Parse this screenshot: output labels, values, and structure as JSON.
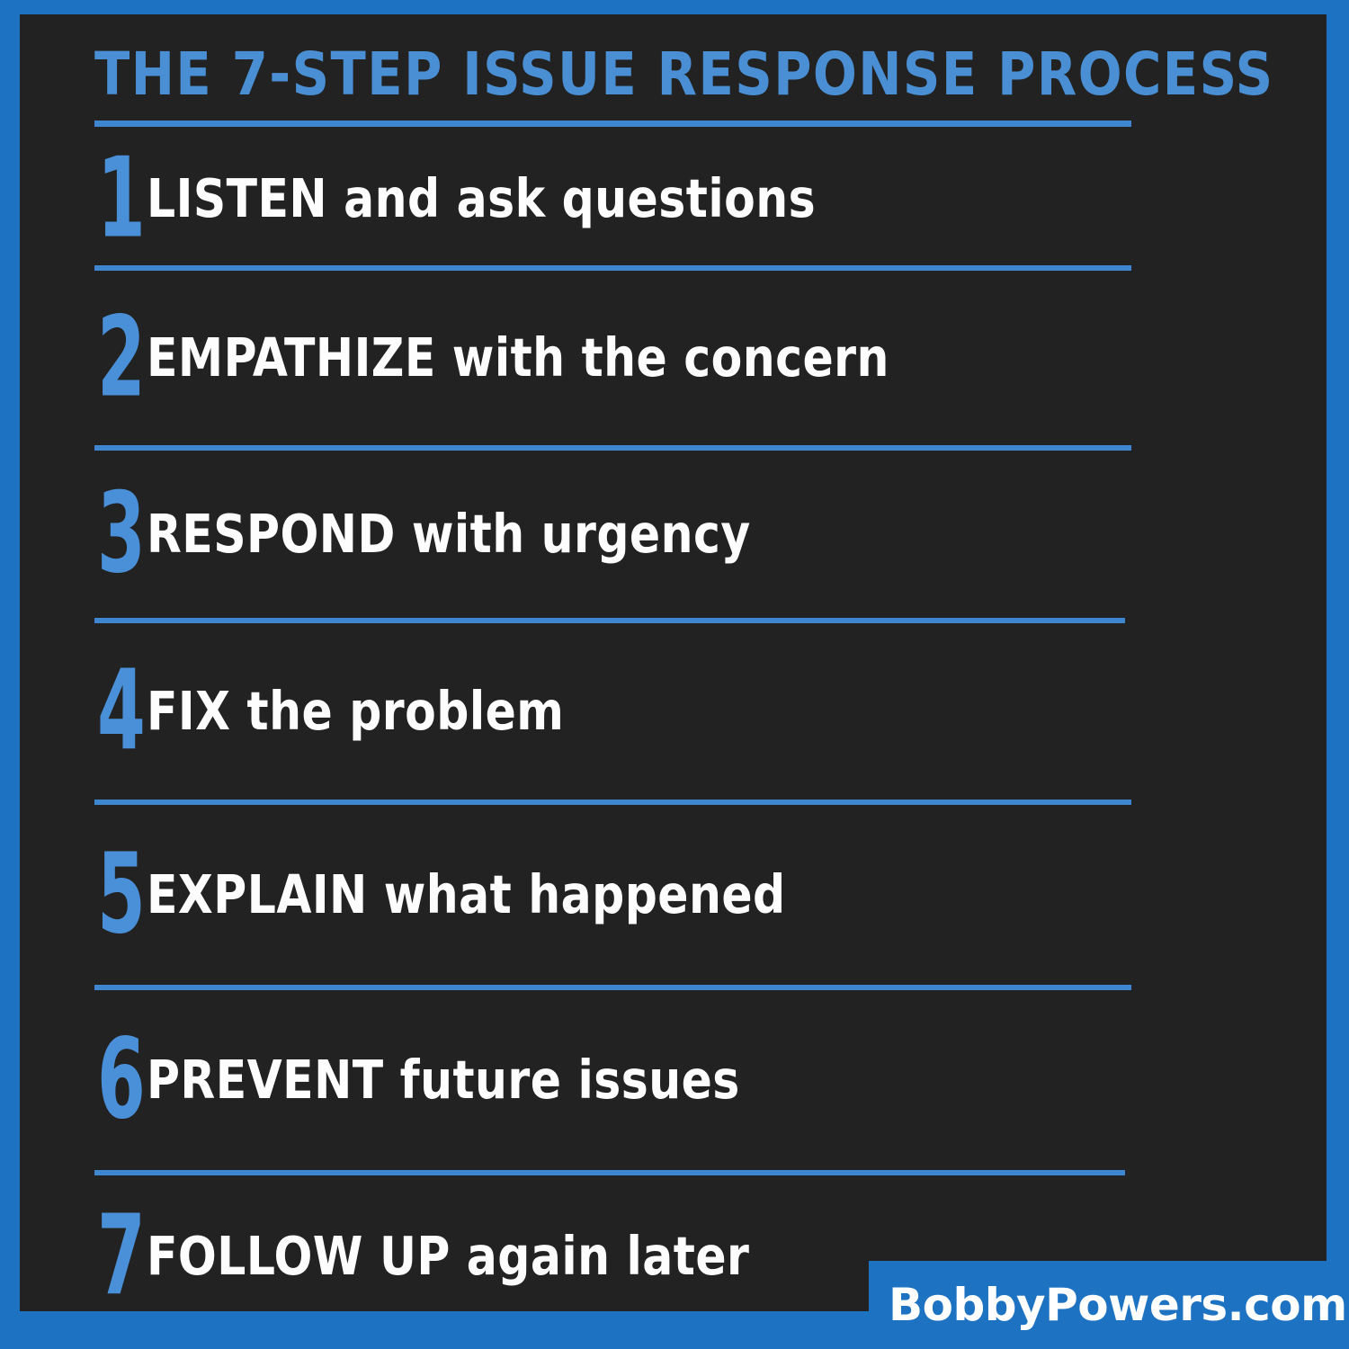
{
  "poster": {
    "title": "THE 7-STEP ISSUE RESPONSE PROCESS",
    "colors": {
      "border_blue": "#1e72c2",
      "panel_dark": "#222222",
      "accent_blue": "#4a90d9",
      "title_blue": "#4a8fd4",
      "rule_blue": "#3f86d0",
      "text_white": "#fdfdfd"
    }
  },
  "steps": [
    {
      "number": "1",
      "label": "LISTEN and ask questions"
    },
    {
      "number": "2",
      "label": "EMPATHIZE with the concern"
    },
    {
      "number": "3",
      "label": "RESPOND with urgency"
    },
    {
      "number": "4",
      "label": "FIX the problem"
    },
    {
      "number": "5",
      "label": "EXPLAIN what happened"
    },
    {
      "number": "6",
      "label": "PREVENT future issues"
    },
    {
      "number": "7",
      "label": "FOLLOW UP again later"
    }
  ],
  "footer": {
    "brand": "BobbyPowers.com"
  }
}
